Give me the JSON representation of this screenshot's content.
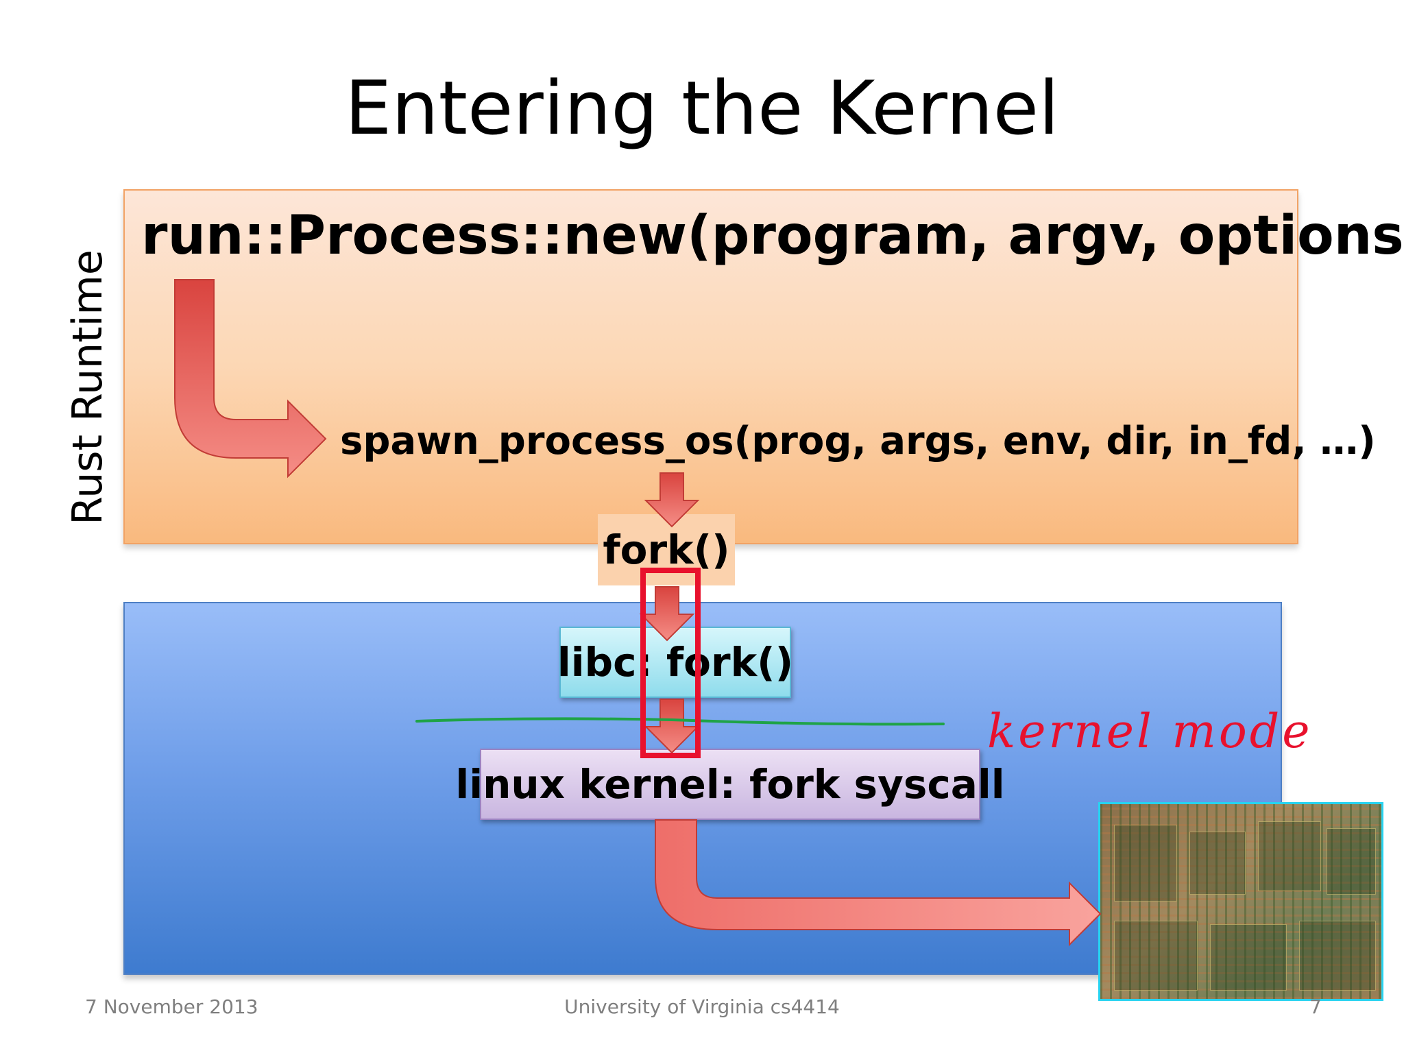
{
  "slide": {
    "title": "Entering the Kernel",
    "side_label": "Rust Runtime",
    "runtime_call": "run::Process::new(program, argv, options)",
    "spawn_call": "spawn_process_os(prog, args, env, dir, in_fd, …)",
    "fork_label": "fork()",
    "libc_label": "libc: fork()",
    "kernel_label": "linux kernel: fork syscall",
    "annotation": "kernel mode"
  },
  "footer": {
    "date": "7 November 2013",
    "course": "University of Virginia cs4414",
    "page": "7"
  },
  "colors": {
    "arrow": "#ef6f6a",
    "highlight": "#e8112d",
    "divider": "#1fa347"
  }
}
